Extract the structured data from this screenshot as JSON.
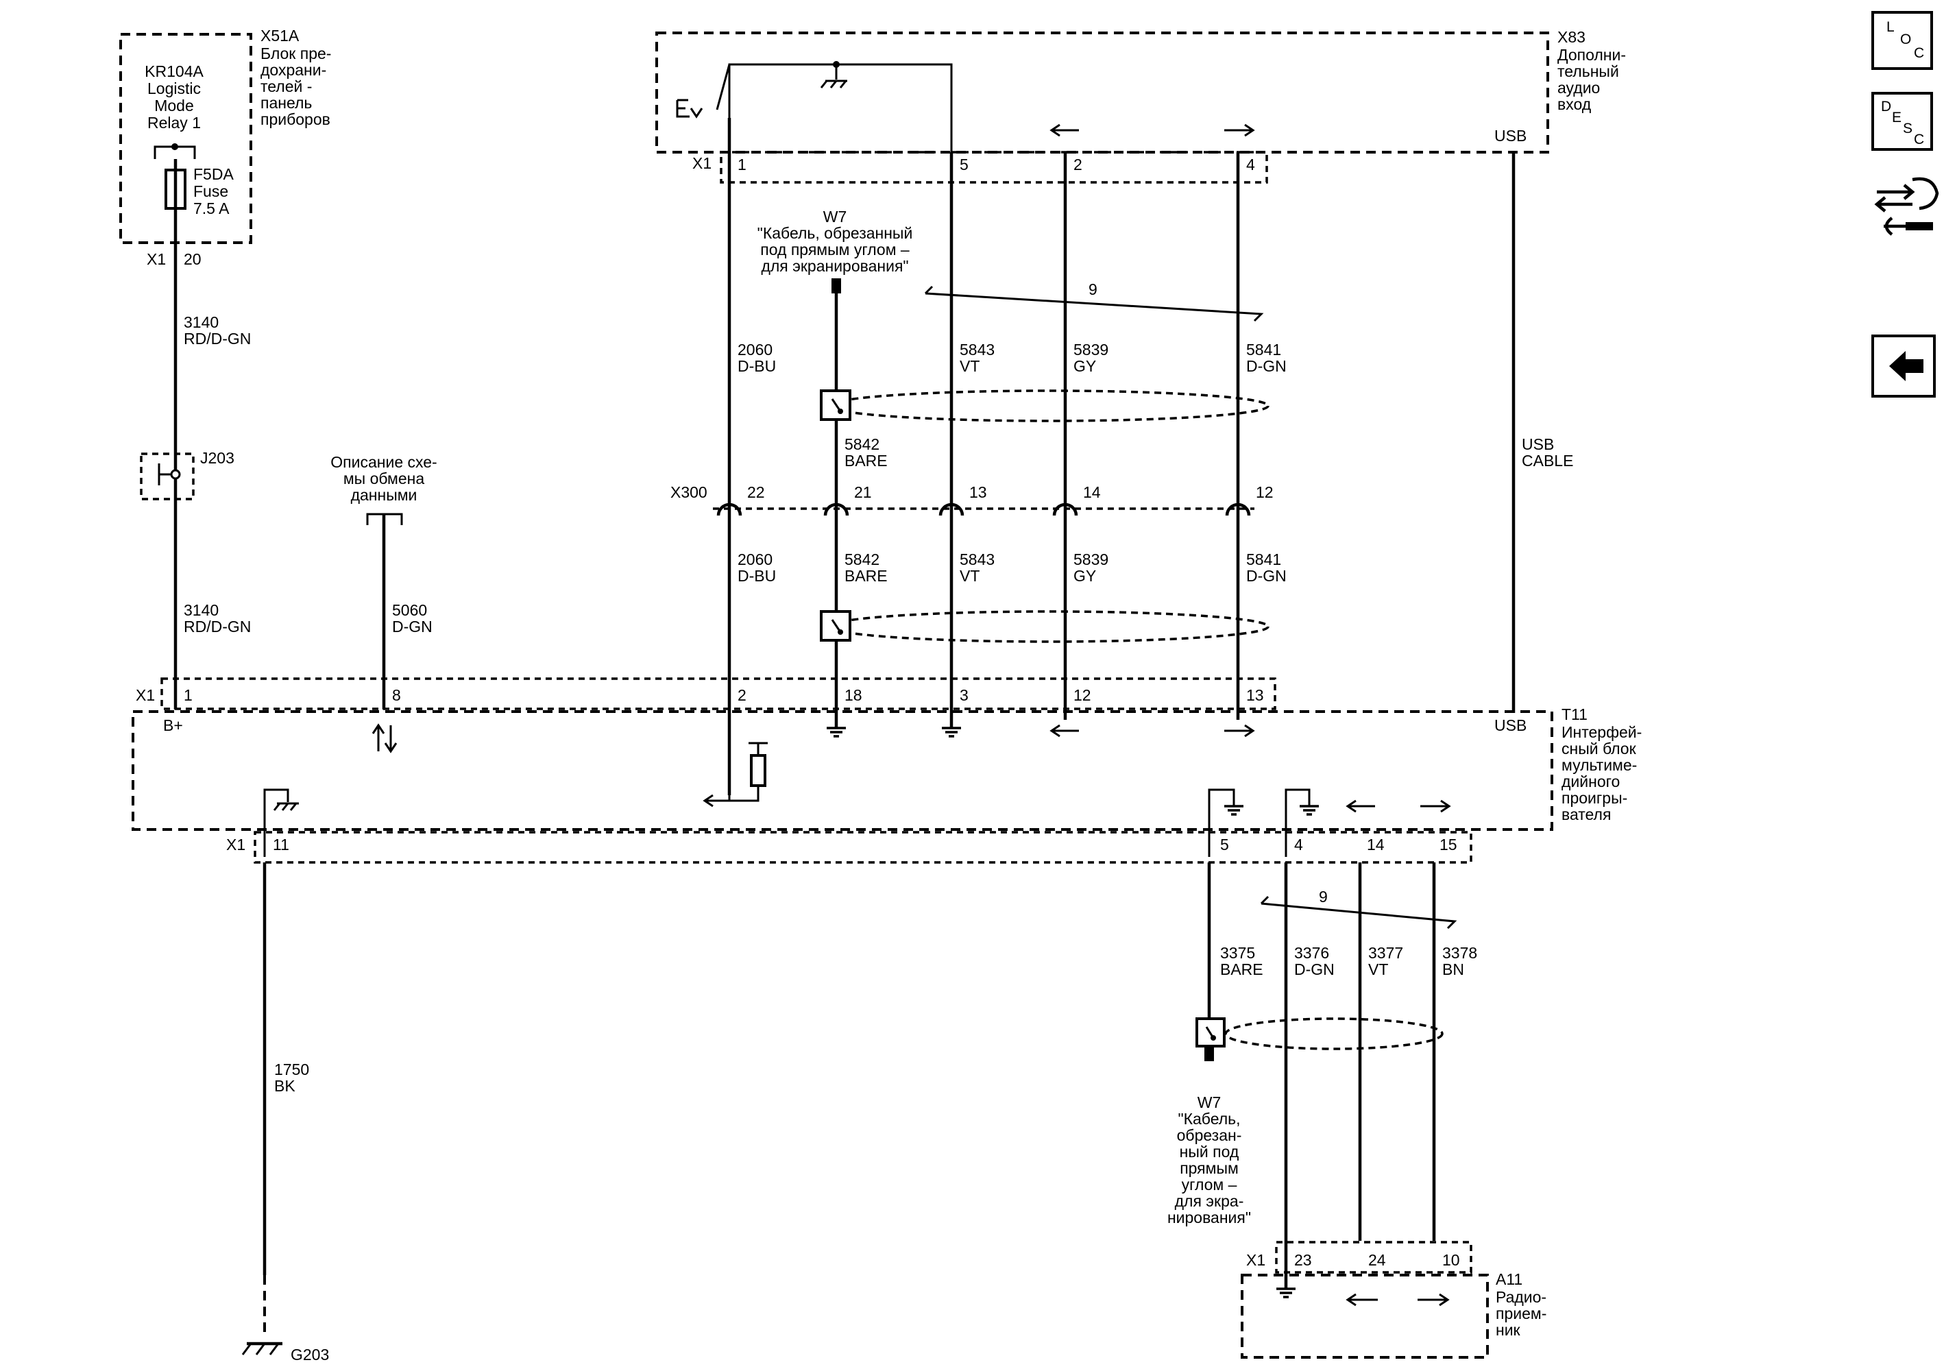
{
  "modules": {
    "x51a": {
      "id": "X51A",
      "desc": [
        "Блок пре-",
        "дохрани-",
        "телей -",
        "панель",
        "приборов"
      ]
    },
    "kr104a": [
      "KR104A",
      "Logistic",
      "Mode",
      "Relay 1"
    ],
    "fuse": [
      "F5DA",
      "Fuse",
      "7.5 A"
    ],
    "x83": {
      "id": "X83",
      "desc": [
        "Дополни-",
        "тельный",
        "аудио",
        "вход"
      ],
      "usb": "USB"
    },
    "t11": {
      "id": "T11",
      "desc": [
        "Интерфей-",
        "сный блок",
        "мультиме-",
        "дийного",
        "проигры-",
        "вателя"
      ],
      "usb": "USB",
      "bplus": "B+"
    },
    "a11": {
      "id": "A11",
      "desc": [
        "Радио-",
        "прием-",
        "ник"
      ]
    },
    "j203": "J203",
    "g203": "G203",
    "x300": "X300",
    "comm_desc": [
      "Описание схе-",
      "мы обмена",
      "данными"
    ],
    "w7_top": [
      "W7",
      "\"Кабель, обрезанный",
      "под прямым углом –",
      "для экранирования\""
    ],
    "w7_bottom": [
      "W7",
      "\"Кабель,",
      "обрезан-",
      "ный под",
      "прямым",
      "углом –",
      "для экра-",
      "нирования\""
    ],
    "usb_cable": [
      "USB",
      "CABLE"
    ]
  },
  "connectors": {
    "x1_x51a": {
      "name": "X1",
      "pin": "20"
    },
    "x1_x83": {
      "name": "X1",
      "pins": [
        "1",
        "5",
        "2",
        "4"
      ]
    },
    "x300_pins": [
      "22",
      "21",
      "13",
      "14",
      "12"
    ],
    "x1_t11_top": {
      "name": "X1",
      "pins": [
        "1",
        "8",
        "2",
        "18",
        "3",
        "12",
        "13"
      ]
    },
    "x1_t11_bottom": {
      "name": "X1",
      "pins": [
        "11",
        "5",
        "4",
        "14",
        "15"
      ]
    },
    "x1_a11": {
      "name": "X1",
      "pins": [
        "23",
        "24",
        "10"
      ]
    }
  },
  "wires": {
    "w3140_top": [
      "3140",
      "RD/D-GN"
    ],
    "w3140_bot": [
      "3140",
      "RD/D-GN"
    ],
    "w5060": [
      "5060",
      "D-GN"
    ],
    "w2060_top": [
      "2060",
      "D-BU"
    ],
    "w2060_bot": [
      "2060",
      "D-BU"
    ],
    "w5842_top": [
      "5842",
      "BARE"
    ],
    "w5842_bot": [
      "5842",
      "BARE"
    ],
    "w5843_top": [
      "5843",
      "VT"
    ],
    "w5843_bot": [
      "5843",
      "VT"
    ],
    "w5839_top": [
      "5839",
      "GY"
    ],
    "w5839_bot": [
      "5839",
      "GY"
    ],
    "w5841_top": [
      "5841",
      "D-GN"
    ],
    "w5841_bot": [
      "5841",
      "D-GN"
    ],
    "w1750": [
      "1750",
      "BK"
    ],
    "w3375": [
      "3375",
      "BARE"
    ],
    "w3376": [
      "3376",
      "D-GN"
    ],
    "w3377": [
      "3377",
      "VT"
    ],
    "w3378": [
      "3378",
      "BN"
    ],
    "ref_top": "9",
    "ref_bottom": "9"
  },
  "side_buttons": {
    "loc": [
      "L",
      "O",
      "C"
    ],
    "desc": [
      "D",
      "E",
      "S",
      "C"
    ]
  }
}
